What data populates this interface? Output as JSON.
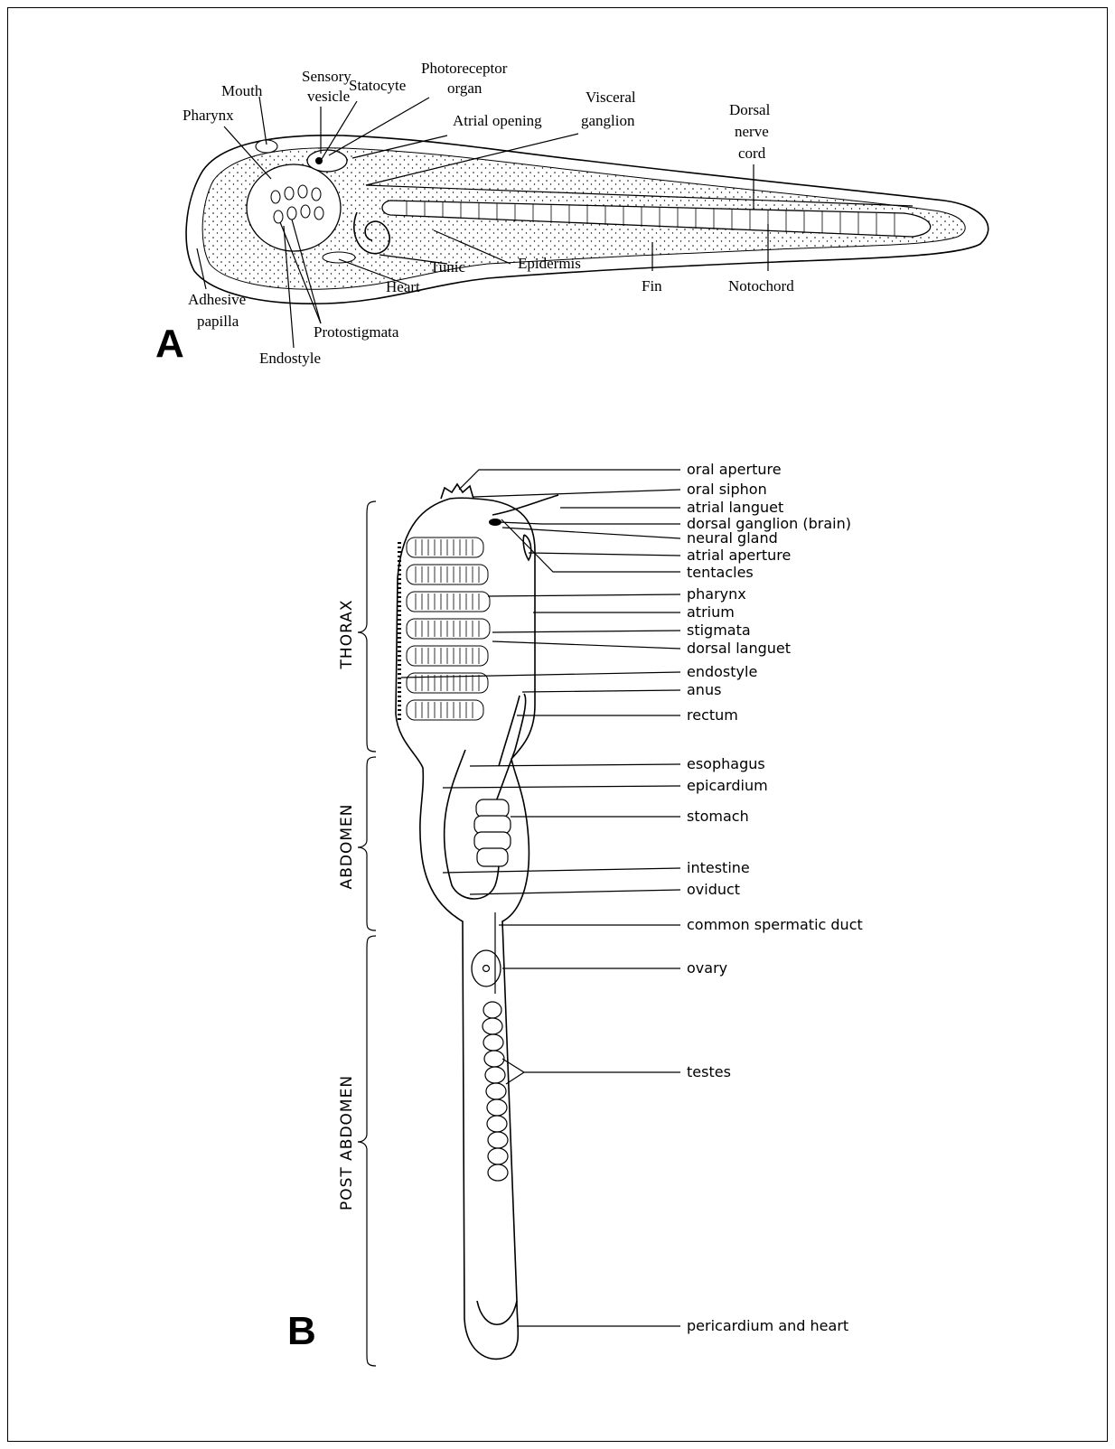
{
  "panel_a": {
    "letter": "A",
    "labels": {
      "sensory_vesicle_1": "Sensory",
      "sensory_vesicle_2": "vesicle",
      "statocyte": "Statocyte",
      "photoreceptor_1": "Photoreceptor",
      "photoreceptor_2": "organ",
      "mouth": "Mouth",
      "pharynx": "Pharynx",
      "atrial_opening": "Atrial opening",
      "visceral_1": "Visceral",
      "visceral_2": "ganglion",
      "dorsal_1": "Dorsal",
      "dorsal_2": "nerve",
      "dorsal_3": "cord",
      "tunic": "Tunic",
      "epidermis": "Epidermis",
      "heart": "Heart",
      "fin": "Fin",
      "notochord": "Notochord",
      "adhesive_1": "Adhesive",
      "adhesive_2": "papilla",
      "protostigmata": "Protostigmata",
      "endostyle": "Endostyle"
    }
  },
  "panel_b": {
    "letter": "B",
    "regions": {
      "thorax": "THORAX",
      "abdomen": "ABDOMEN",
      "post_abdomen": "POST ABDOMEN"
    },
    "labels": {
      "oral_aperture": "oral aperture",
      "oral_siphon": "oral siphon",
      "atrial_languet": "atrial languet",
      "dorsal_ganglion": "dorsal ganglion (brain)",
      "neural_gland": "neural gland",
      "atrial_aperture": "atrial aperture",
      "tentacles": "tentacles",
      "pharynx": "pharynx",
      "atrium": "atrium",
      "stigmata": "stigmata",
      "dorsal_languet": "dorsal languet",
      "endostyle": "endostyle",
      "anus": "anus",
      "rectum": "rectum",
      "esophagus": "esophagus",
      "epicardium": "epicardium",
      "stomach": "stomach",
      "intestine": "intestine",
      "oviduct": "oviduct",
      "common_spermatic_duct": "common spermatic duct",
      "ovary": "ovary",
      "testes": "testes",
      "pericardium_and_heart": "pericardium and heart"
    }
  }
}
